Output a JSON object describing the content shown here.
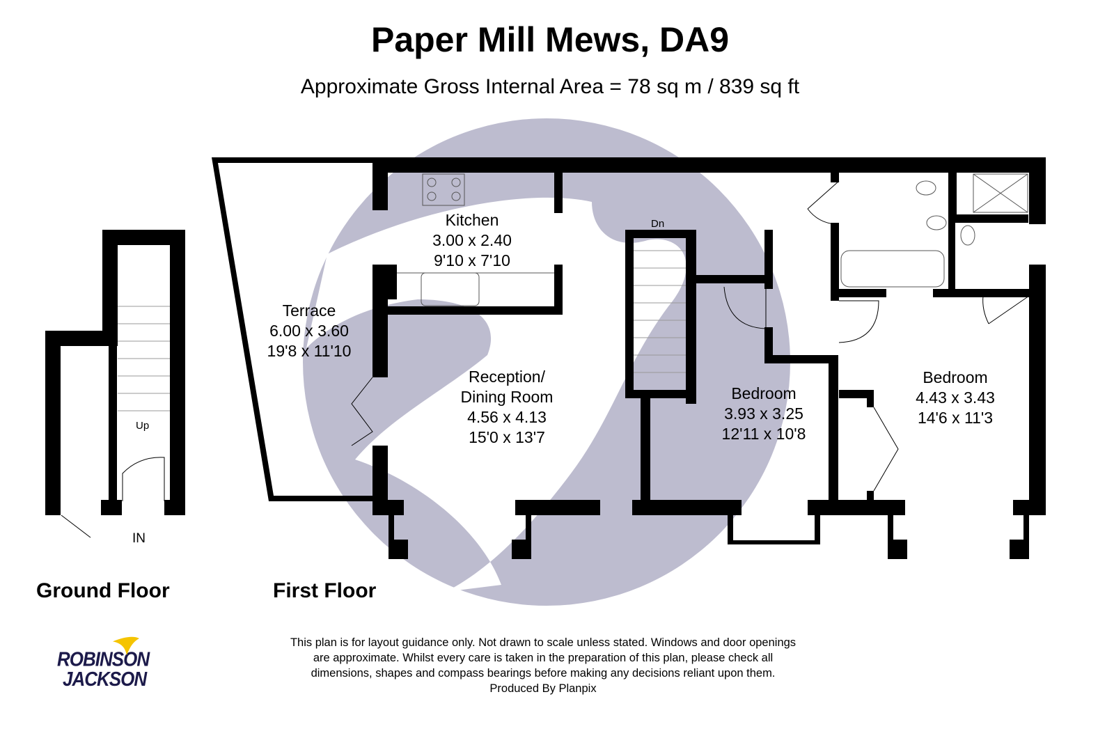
{
  "header": {
    "title": "Paper Mill Mews, DA9",
    "subtitle": "Approximate Gross Internal Area = 78 sq m / 839 sq ft"
  },
  "rooms": [
    {
      "name": "Terrace",
      "metric": "6.00 x 3.60",
      "imperial": "19'8 x 11'10"
    },
    {
      "name": "Kitchen",
      "metric": "3.00 x 2.40",
      "imperial": "9'10 x 7'10"
    },
    {
      "name": "Reception/",
      "name2": "Dining Room",
      "metric": "4.56 x 4.13",
      "imperial": "15'0 x 13'7"
    },
    {
      "name": "Bedroom",
      "metric": "3.93 x 3.25",
      "imperial": "12'11 x 10'8"
    },
    {
      "name": "Bedroom",
      "metric": "4.43 x 3.43",
      "imperial": "14'6 x 11'3"
    }
  ],
  "stairs": {
    "down": "Dn",
    "up": "Up",
    "entrance": "IN"
  },
  "floors": {
    "ground": "Ground Floor",
    "first": "First Floor"
  },
  "disclaimer": [
    "This plan is for layout guidance only. Not drawn to scale unless stated. Windows and door openings",
    "are approximate. Whilst every care is taken in the preparation of this plan, please check all",
    "dimensions, shapes and compass bearings before making any decisions reliant upon them.",
    "Produced By Planpix"
  ],
  "logo": {
    "line1": "ROBINSON",
    "line2": "JACKSON"
  },
  "colors": {
    "wall": "#000000",
    "watermark": "#bdbccf",
    "logo_text": "#1c1a4a",
    "logo_bird": "#f5c400"
  }
}
